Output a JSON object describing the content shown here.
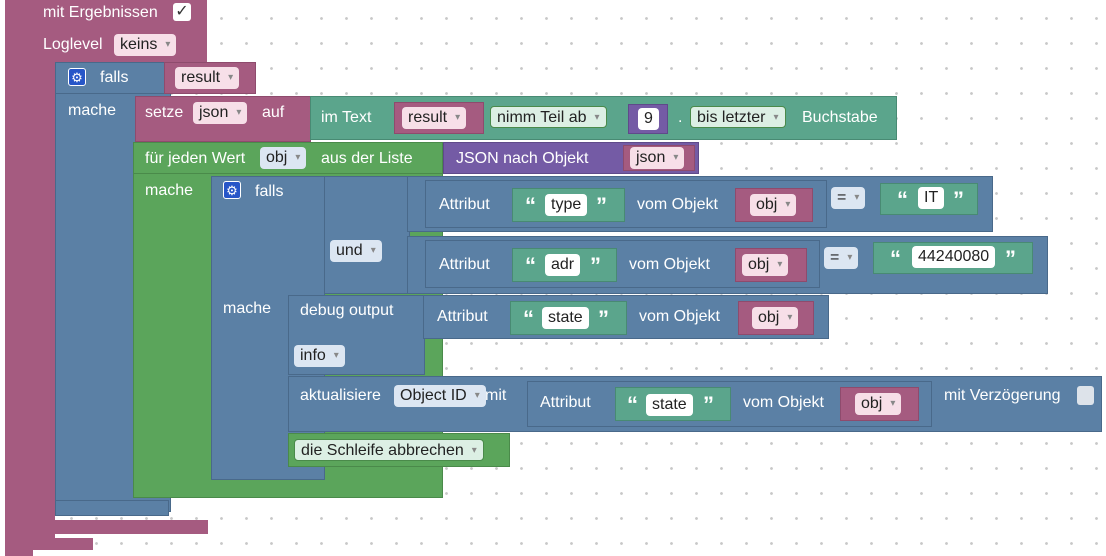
{
  "header": {
    "with_results_label": "mit Ergebnissen",
    "checkmark": "✓",
    "loglevel_label": "Loglevel",
    "loglevel_value": "keins"
  },
  "if_block": {
    "if_label": "falls",
    "condition_var": "result",
    "do_label": "mache"
  },
  "set_block": {
    "set_label": "setze",
    "var": "json",
    "to_label": "auf",
    "in_text_label": "im Text",
    "text_var": "result",
    "substring_mode": "nimm Teil ab",
    "from_value": "9",
    "dot": ".",
    "to_mode": "bis letzter",
    "suffix_label": "Buchstabe"
  },
  "foreach_block": {
    "for_each_label": "für jeden Wert",
    "loop_var": "obj",
    "from_list_label": "aus der Liste",
    "json_to_object_label": "JSON nach Objekt",
    "json_var": "json",
    "do_label": "mache"
  },
  "inner_if": {
    "if_label": "falls",
    "logic_op": "und",
    "do_label": "mache",
    "cond1": {
      "attribute_label": "Attribut",
      "attr": "type",
      "of_object_label": "vom Objekt",
      "obj": "obj",
      "op": "=",
      "value": "IT"
    },
    "cond2": {
      "attribute_label": "Attribut",
      "attr": "adr",
      "of_object_label": "vom Objekt",
      "obj": "obj",
      "op": "=",
      "value": "44240080"
    }
  },
  "debug_block": {
    "label": "debug output",
    "attribute_label": "Attribut",
    "attr": "state",
    "of_object_label": "vom Objekt",
    "obj": "obj",
    "level": "info"
  },
  "update_block": {
    "label": "aktualisiere",
    "object_id": "Object ID",
    "with_label": "mit",
    "attribute_label": "Attribut",
    "attr": "state",
    "of_object_label": "vom Objekt",
    "obj": "obj",
    "delay_label": "mit Verzögerung"
  },
  "break_block": {
    "label": "die Schleife abbrechen"
  },
  "colors": {
    "pink": "#a55b80",
    "blue": "#5b80a5",
    "teal": "#5ba58c",
    "green": "#5ba55b",
    "purple": "#745ba5"
  }
}
